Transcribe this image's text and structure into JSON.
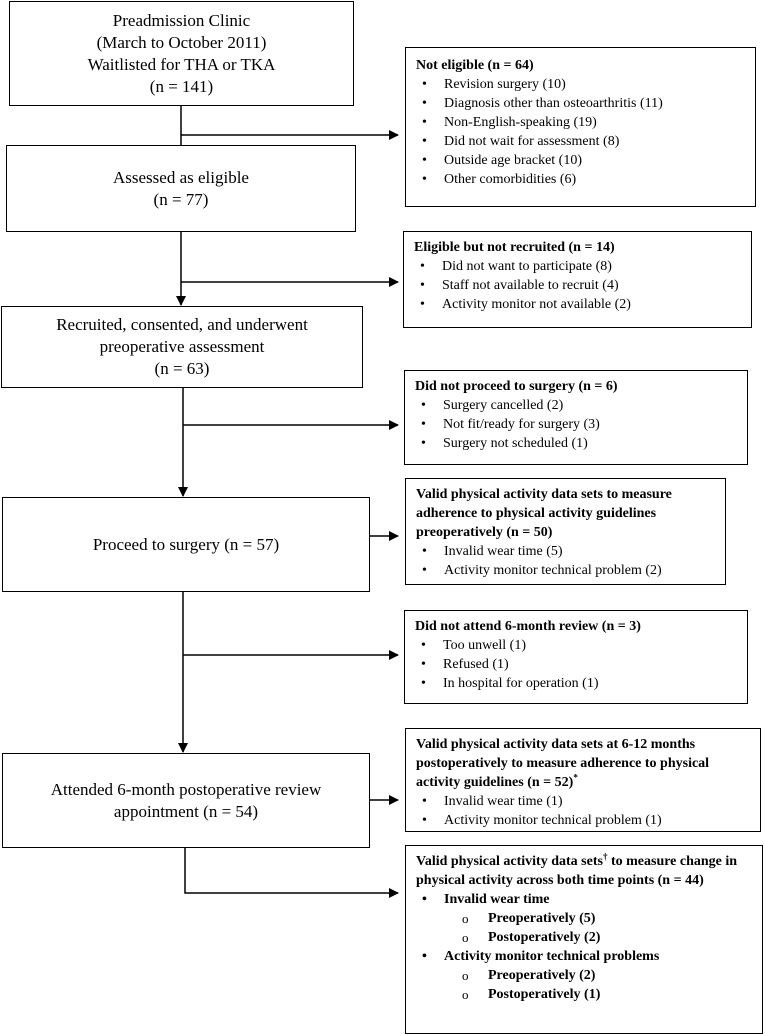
{
  "main_boxes": {
    "clinic": [
      "Preadmission Clinic",
      "(March to October 2011)",
      "Waitlisted for THA or TKA",
      "(n = 141)"
    ],
    "eligible": [
      "Assessed as eligible",
      "(n = 77)"
    ],
    "recruited": [
      "Recruited, consented, and underwent",
      "preoperative assessment",
      "(n = 63)"
    ],
    "surgery": [
      "Proceed to surgery (n = 57)"
    ],
    "review": [
      "Attended 6-month postoperative review",
      "appointment (n = 54)"
    ]
  },
  "side_boxes": {
    "not_eligible": {
      "head": "Not eligible (n = 64)",
      "items": [
        "Revision surgery (10)",
        "Diagnosis other than osteoarthritis  (11)",
        "Non-English-speaking (19)",
        "Did not wait for assessment  (8)",
        "Outside age bracket (10)",
        "Other comorbidities (6)"
      ]
    },
    "not_recruited": {
      "head": "Eligible but not recruited (n = 14)",
      "items": [
        "Did not want to participate (8)",
        "Staff not available to recruit (4)",
        "Activity monitor not available (2)"
      ]
    },
    "no_surgery": {
      "head": "Did not proceed to surgery (n = 6)",
      "items": [
        "Surgery cancelled (2)",
        "Not fit/ready for surgery (3)",
        "Surgery not scheduled (1)"
      ]
    },
    "valid_preop": {
      "head": "Valid physical activity data sets to measure adherence to physical activity guidelines preoperatively (n = 50)",
      "items": [
        "Invalid wear time (5)",
        "Activity monitor technical problem (2)"
      ]
    },
    "no_review": {
      "head": "Did not attend 6-month review (n = 3)",
      "items": [
        "Too unwell (1)",
        "Refused (1)",
        "In hospital for operation (1)"
      ]
    },
    "valid_postop": {
      "head": "Valid physical activity data sets at 6-12 months postoperatively to measure adherence to physical activity guidelines (n = 52)",
      "head_mark": "*",
      "items": [
        "Invalid wear time (1)",
        "Activity monitor technical problem (1)"
      ]
    },
    "valid_change": {
      "head_a": "Valid physical activity data sets",
      "head_mark": "†",
      "head_b": " to measure change in physical activity across both time points (n = 44)",
      "group1": "Invalid wear time",
      "group1_items": [
        "Preoperatively (5)",
        "Postoperatively (2)"
      ],
      "group2": "Activity monitor technical problems",
      "group2_items": [
        "Preoperatively (2)",
        "Postoperatively (1)"
      ]
    }
  }
}
